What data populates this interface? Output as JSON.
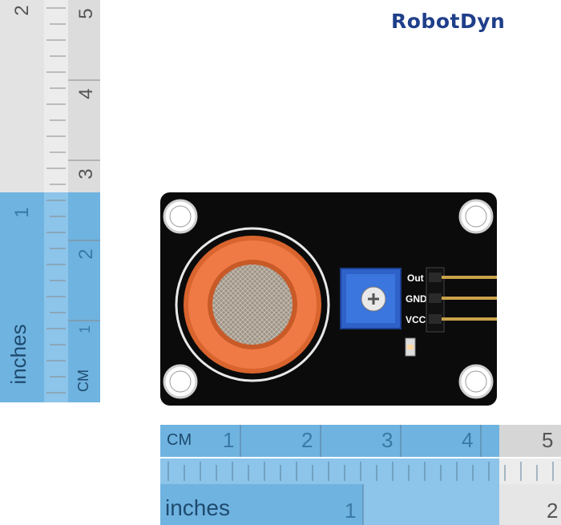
{
  "brand": {
    "name": "RobotDyn",
    "color": "#1f3f8a"
  },
  "board": {
    "pin_labels": [
      "Out",
      "GND",
      "VCC"
    ],
    "colors": {
      "pcb": "#0b0b0b",
      "sensor_cap": "#f07a45",
      "potentiometer": "#2f62c9",
      "header_pins": "#c9a24a"
    }
  },
  "ruler_vertical": {
    "cm_label": "CM",
    "inches_label": "inches",
    "cm_marks": [
      "1",
      "2",
      "3",
      "4",
      "5"
    ],
    "inch_marks": [
      "1",
      "2"
    ],
    "colors": {
      "blue": "#6fb3e0",
      "grey": "#dcdcdc"
    }
  },
  "ruler_horizontal": {
    "cm_label": "CM",
    "inches_label": "inches",
    "cm_marks": [
      "1",
      "2",
      "3",
      "4",
      "5"
    ],
    "inch_marks": [
      "1",
      "2"
    ]
  }
}
